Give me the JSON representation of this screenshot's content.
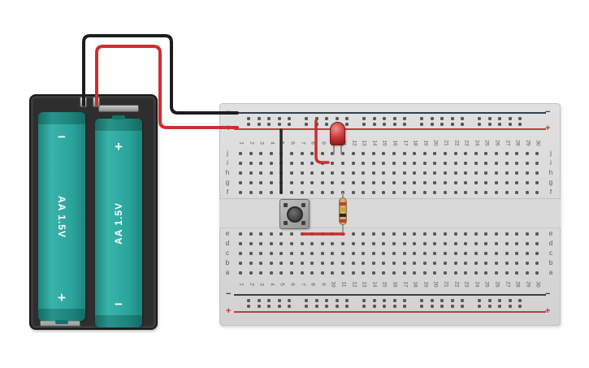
{
  "scene": {
    "background_color": "#ffffff"
  },
  "battery_pack": {
    "type": "battery-holder-2xAA",
    "case_color": "#2e2e2e",
    "battery_color": "#2aa69d",
    "batteries": [
      {
        "label": "AA 1.5V",
        "top_symbol": "−",
        "bottom_symbol": "+"
      },
      {
        "label": "AA 1.5V",
        "top_symbol": "+",
        "bottom_symbol": "−"
      }
    ]
  },
  "breadboard": {
    "column_numbers": [
      "1",
      "2",
      "3",
      "4",
      "5",
      "6",
      "7",
      "8",
      "9",
      "10",
      "11",
      "12",
      "13",
      "14",
      "15",
      "16",
      "17",
      "18",
      "19",
      "20",
      "21",
      "22",
      "23",
      "24",
      "25",
      "26",
      "27",
      "28",
      "29",
      "30"
    ],
    "row_letters_top": [
      "j",
      "i",
      "h",
      "g",
      "f"
    ],
    "row_letters_bottom": [
      "e",
      "d",
      "c",
      "b",
      "a"
    ],
    "rails": {
      "minus_symbol": "−",
      "plus_symbol": "+",
      "plus_line_color": "#c23b3b",
      "minus_line_color": "#35404c"
    },
    "board_color": "#d8d8d8"
  },
  "components": {
    "led": {
      "type": "red LED",
      "color": "#c23232"
    },
    "pushbutton": {
      "type": "pushbutton"
    },
    "resistor": {
      "type": "resistor",
      "band_colors": [
        "#b6452f",
        "#caa03a",
        "#332619",
        "#b6452f"
      ]
    }
  },
  "wires": {
    "battery_negative": {
      "color": "#1d1d1d"
    },
    "battery_positive": {
      "color": "#c93030"
    },
    "breadboard_black_jumper": {
      "color": "#262626"
    },
    "led_red_jumper": {
      "color": "#c62f2f"
    },
    "button_resistor_red_jumper": {
      "color": "#c62f2f"
    }
  }
}
